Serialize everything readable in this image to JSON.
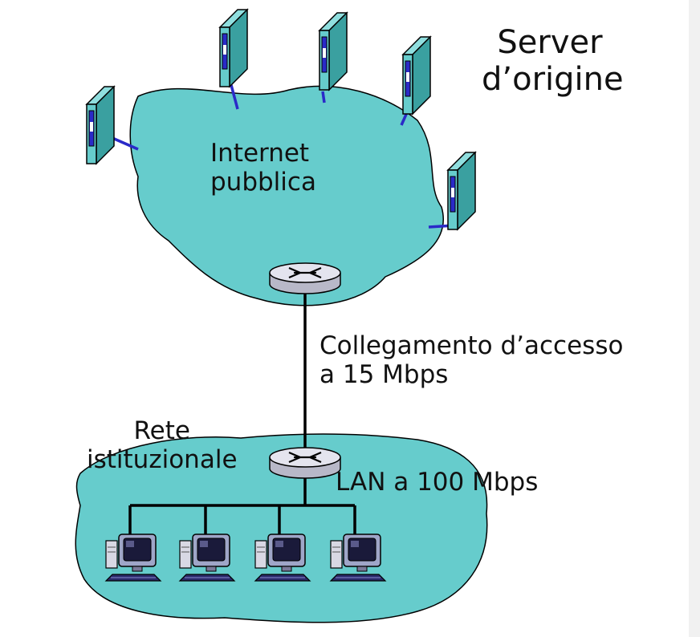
{
  "labels": {
    "origin_servers_line1": "Server",
    "origin_servers_line2": "d’origine",
    "internet_line1": "Internet",
    "internet_line2": "pubblica",
    "access_link_line1": "Collegamento d’accesso",
    "access_link_line2": "a 15 Mbps",
    "institution_line1": "Rete",
    "institution_line2": "istituzionale",
    "lan": "LAN a 100 Mbps"
  },
  "colors": {
    "cloud_fill": "#66cccc",
    "link_line": "#2a2ac8",
    "access_line": "#000000",
    "server_body": "#66cccc",
    "server_panel": "#2a2ac8"
  },
  "icons": {
    "server": "server-tower-icon",
    "router": "router-icon",
    "workstation": "desktop-computer-icon"
  }
}
